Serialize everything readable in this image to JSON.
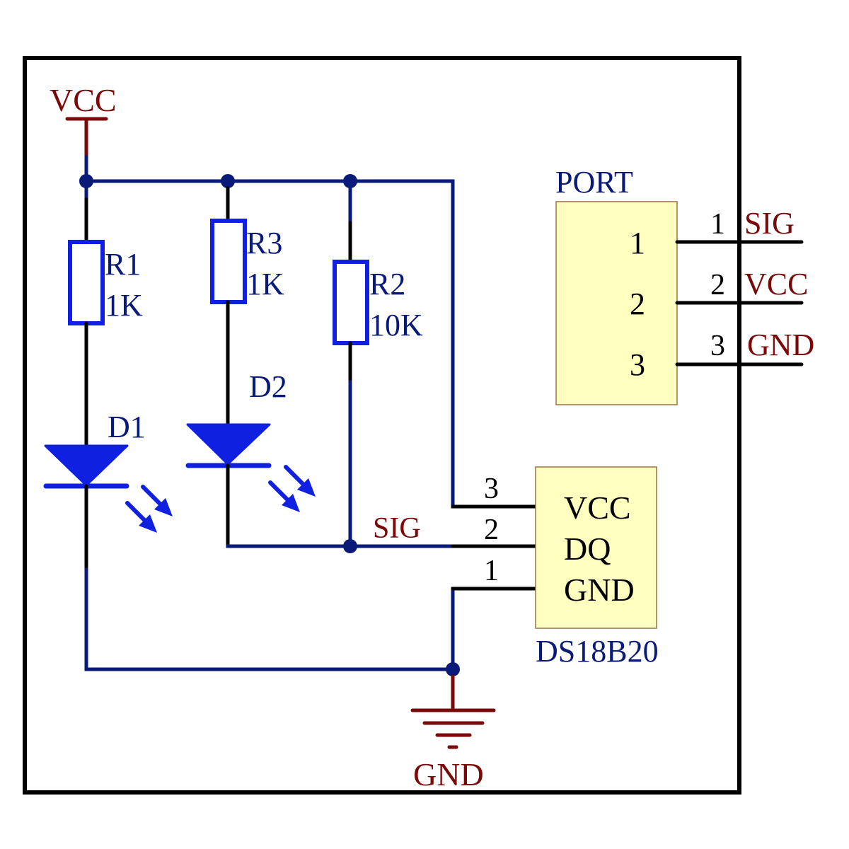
{
  "diagram": {
    "type": "schematic",
    "title": "DS18B20 temperature sensor module",
    "colors": {
      "wire": "#0a1a78",
      "component": "#1020e0",
      "power_label": "#7a0a0a",
      "pin_line": "#000000",
      "ic_fill": "#ffffc0",
      "border": "#000000"
    },
    "power": {
      "vcc_label": "VCC",
      "gnd_label": "GND"
    },
    "resistors": [
      {
        "ref": "R1",
        "value": "1K"
      },
      {
        "ref": "R3",
        "value": "1K"
      },
      {
        "ref": "R2",
        "value": "10K"
      }
    ],
    "diodes": [
      {
        "ref": "D1",
        "type": "LED"
      },
      {
        "ref": "D2",
        "type": "LED"
      }
    ],
    "net_labels": {
      "sig": "SIG"
    },
    "sensor": {
      "name": "DS18B20",
      "pins": [
        {
          "num": "3",
          "name": "VCC"
        },
        {
          "num": "2",
          "name": "DQ"
        },
        {
          "num": "1",
          "name": "GND"
        }
      ]
    },
    "port": {
      "name": "PORT",
      "pins": [
        {
          "num": "1",
          "net": "SIG"
        },
        {
          "num": "2",
          "net": "VCC"
        },
        {
          "num": "3",
          "net": "GND"
        }
      ]
    }
  }
}
